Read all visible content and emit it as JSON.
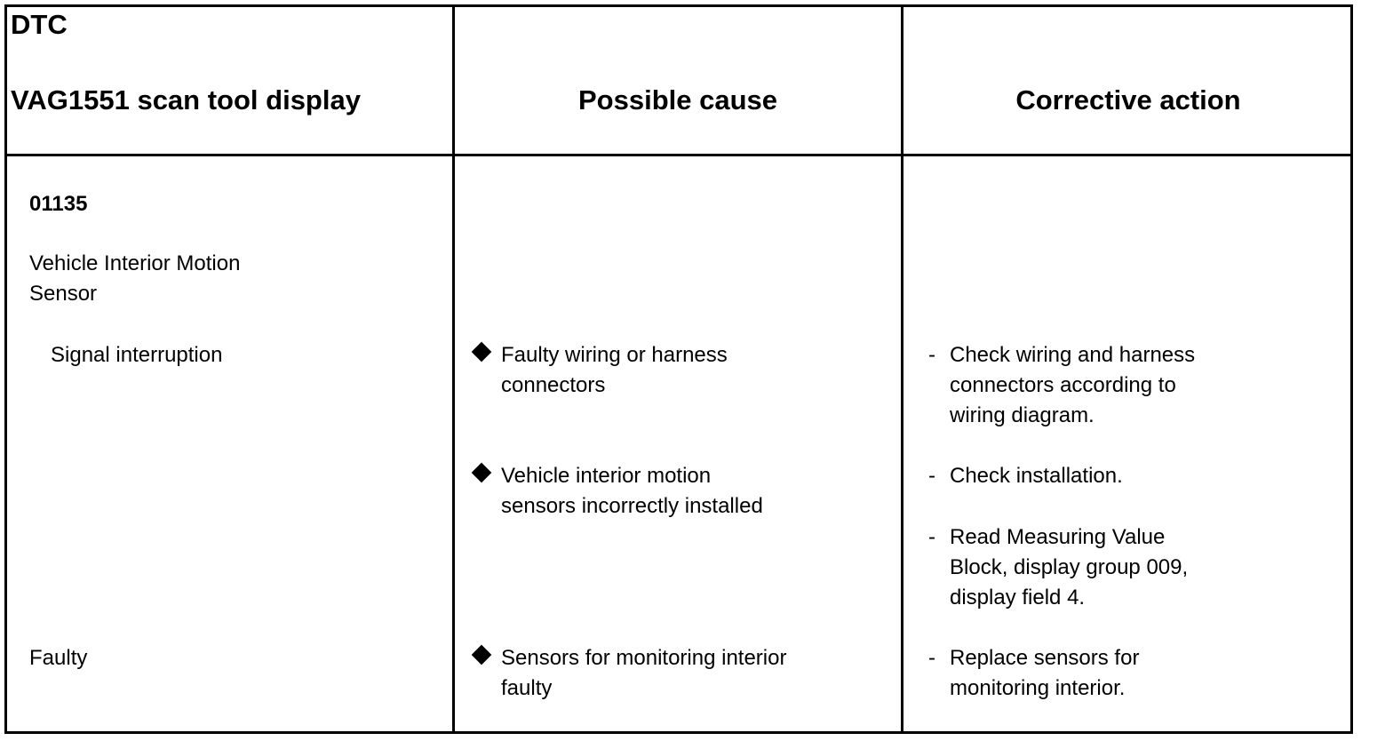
{
  "header": {
    "col1_line1": "DTC",
    "col1_line2": "VAG1551 scan tool display",
    "col2": "Possible cause",
    "col3": "Corrective action"
  },
  "dtc": {
    "code": "01135",
    "component": "Vehicle Interior Motion\nSensor",
    "signal": "Signal interruption",
    "faulty": "Faulty"
  },
  "causes": [
    "Faulty wiring or harness\nconnectors",
    "Vehicle interior motion\nsensors incorrectly installed",
    "Sensors for monitoring interior\nfaulty"
  ],
  "actions": {
    "dash": "-",
    "items": [
      "Check wiring and harness\nconnectors according to\nwiring diagram.",
      "Check installation.",
      "Read Measuring Value\nBlock, display group 009,\ndisplay field 4.",
      "Replace sensors for\nmonitoring interior."
    ]
  }
}
